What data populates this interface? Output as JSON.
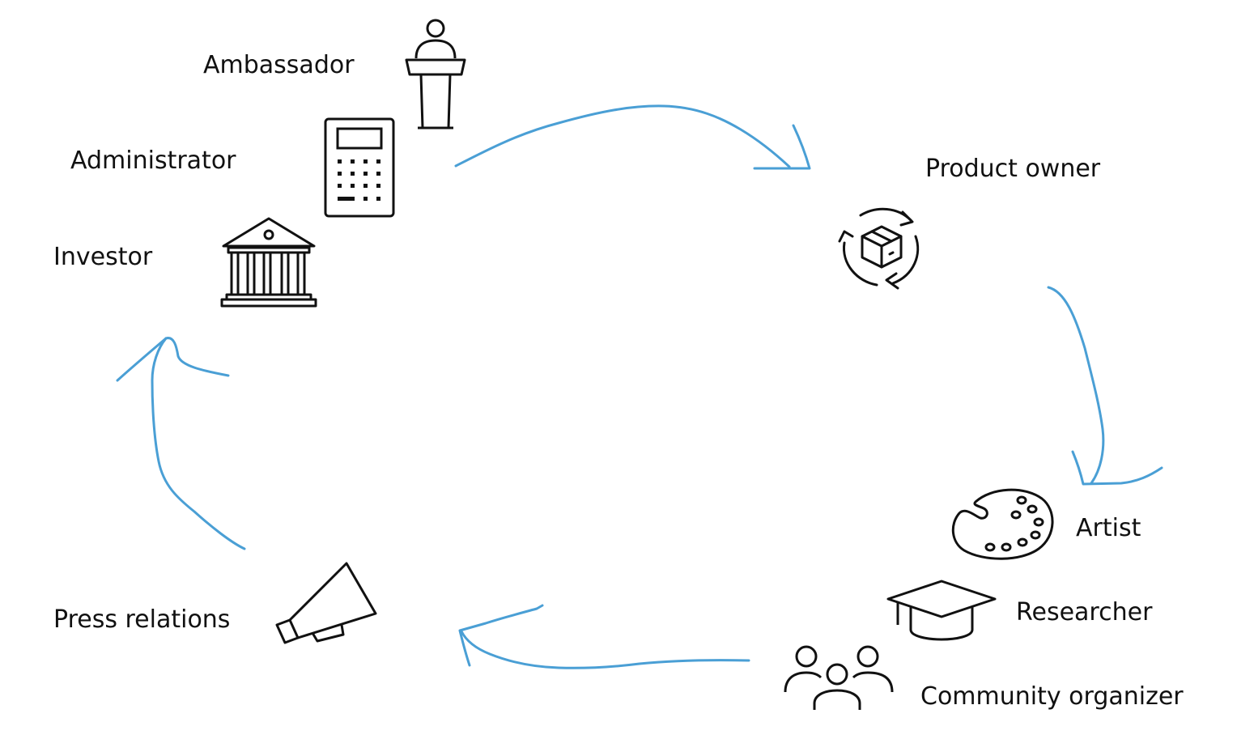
{
  "roles": {
    "ambassador": "Ambassador",
    "administrator": "Administrator",
    "investor": "Investor",
    "product_owner": "Product owner",
    "artist": "Artist",
    "researcher": "Researcher",
    "community_organizer": "Community organizer",
    "press_relations": "Press relations"
  },
  "icons": {
    "ambassador": "podium-speaker-icon",
    "administrator": "calculator-icon",
    "investor": "bank-building-icon",
    "product_owner": "product-cycle-box-icon",
    "artist": "paint-palette-icon",
    "researcher": "graduation-cap-icon",
    "community_organizer": "people-group-icon",
    "press_relations": "megaphone-icon"
  },
  "colors": {
    "arrow": "#4a9fd5",
    "icon": "#111111",
    "text": "#111111"
  }
}
